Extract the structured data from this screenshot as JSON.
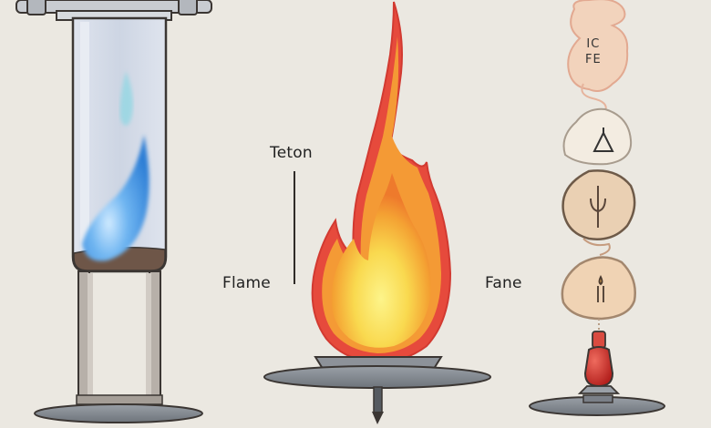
{
  "labels": {
    "teton": "Teton",
    "flame_left": "Flame",
    "flame_right": "Fane",
    "blob_top_text": "IC\nFE"
  },
  "colors": {
    "background": "#ebe8e1",
    "outline": "#3b3633",
    "tube_glass": "#cfd7e4",
    "blue_flame": "#3d8fe0",
    "flame_red": "#e2423a",
    "flame_orange": "#f5a032",
    "flame_yellow": "#fbe767",
    "blob_peach": "#edcfb7",
    "bottle_red": "#cc2d2a"
  }
}
